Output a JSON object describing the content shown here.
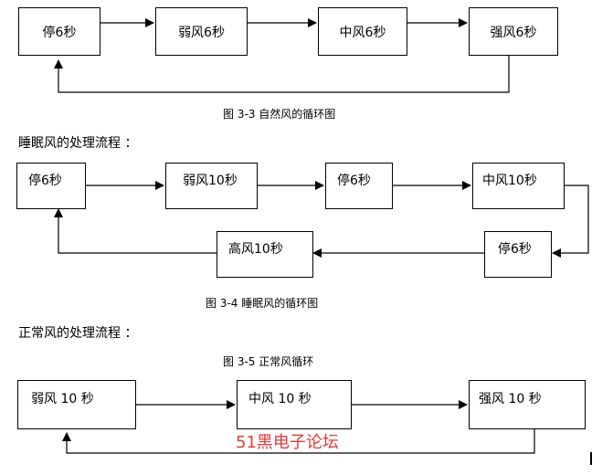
{
  "fig33": {
    "nodes": [
      "停6秒",
      "弱风6秒",
      "中风6秒",
      "强风6秒"
    ],
    "caption": "图 3-3 自然风的循环图"
  },
  "sleep": {
    "heading": "睡眠风的处理流程 ：",
    "nodes": [
      "停6秒",
      "弱风10秒",
      "停6秒",
      "中风10秒",
      "停6秒",
      "高风10秒"
    ],
    "caption": "图 3-4 睡眠风的循环图"
  },
  "normal": {
    "heading": "正常风的处理流程 ：",
    "caption": "图 3-5 正常风循环",
    "nodes": [
      "弱风 10 秒",
      "中风 10 秒",
      "强风 10 秒"
    ]
  },
  "watermark": "51黑电子论坛"
}
